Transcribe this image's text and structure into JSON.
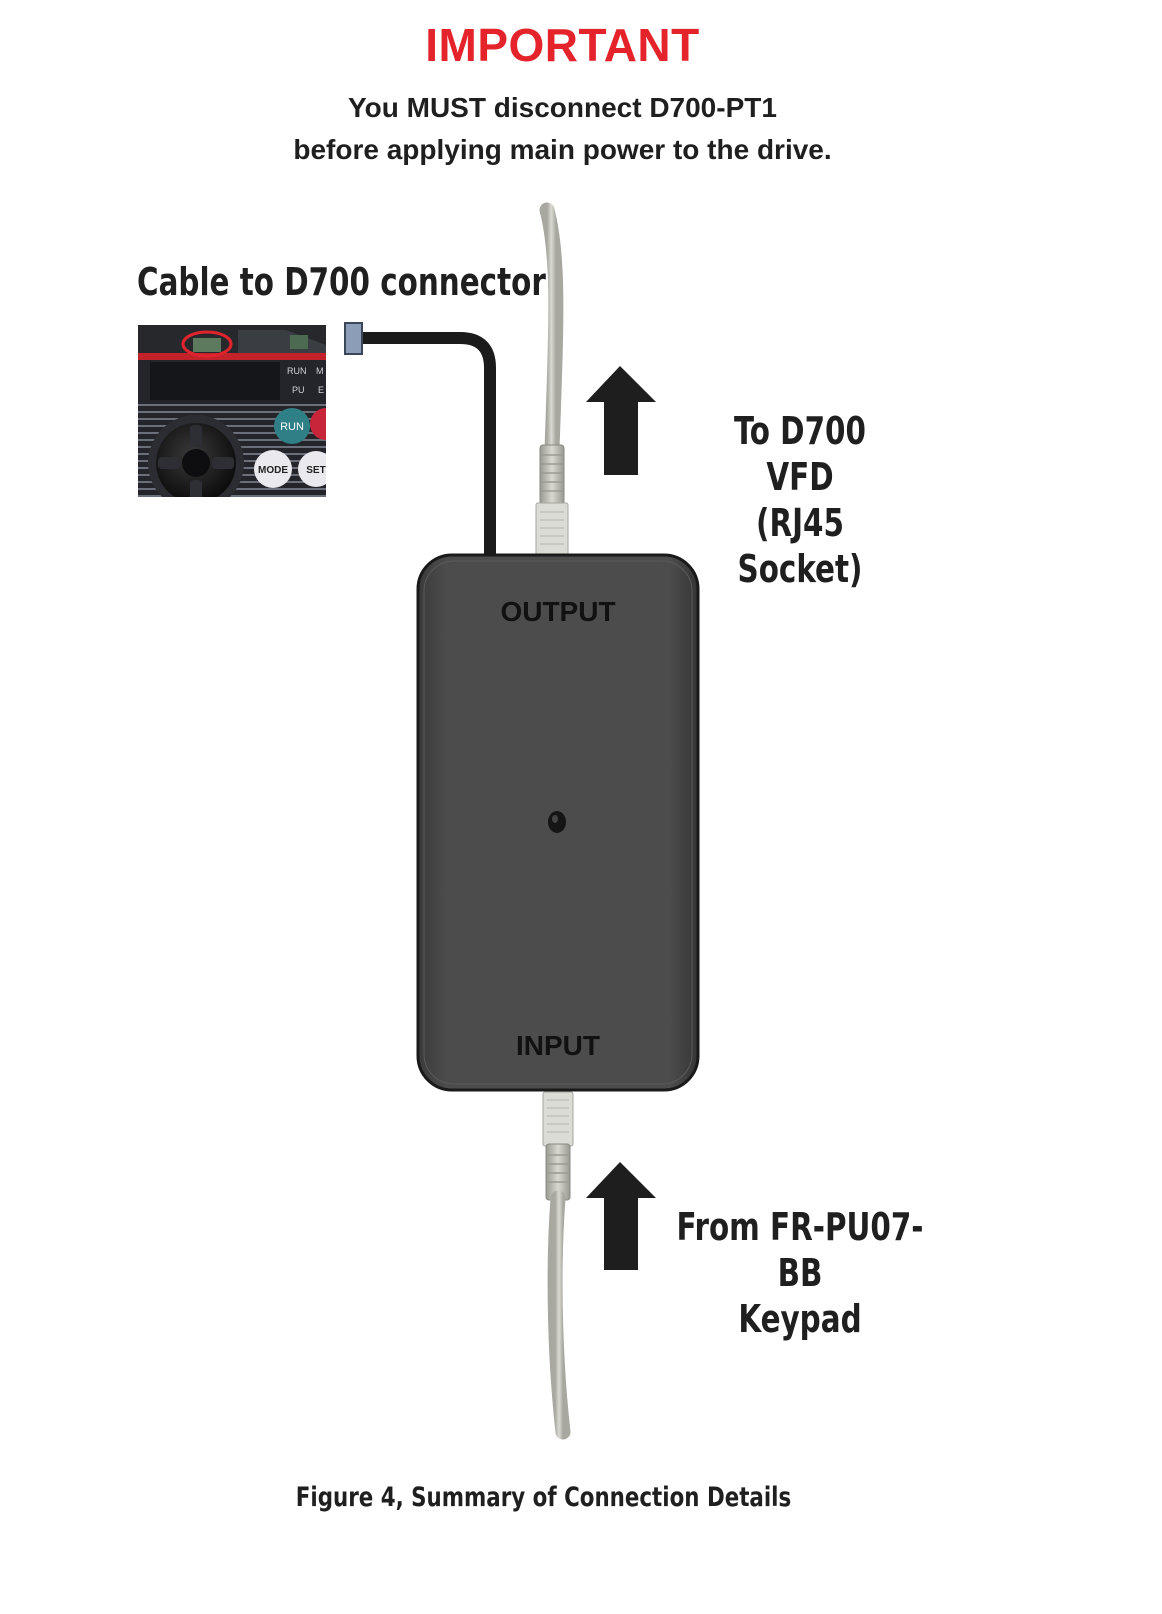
{
  "heading": "IMPORTANT",
  "warning": {
    "line1": "You MUST disconnect D700-PT1",
    "line2": "before applying main power to the drive."
  },
  "cable_label": "Cable to D700 connector",
  "output_label": {
    "line1": "To D700 VFD",
    "line2": "(RJ45 Socket)"
  },
  "input_label": {
    "line1": "From FR-PU07-BB",
    "line2": "Keypad"
  },
  "device": {
    "output_text": "OUTPUT",
    "input_text": "INPUT"
  },
  "keypad_photo": {
    "run_indicator": "RUN",
    "mon_indicator": "M",
    "pu_indicator": "PU",
    "ext_indicator": "E",
    "run_button": "RUN",
    "mode_button": "MODE",
    "set_button": "SET"
  },
  "caption": "Figure 4, Summary of Connection Details",
  "colors": {
    "heading": "#e4232b",
    "device_body": "#4a4a4a",
    "cable": "#c9c9c0",
    "arrow": "#1e1e1e"
  }
}
